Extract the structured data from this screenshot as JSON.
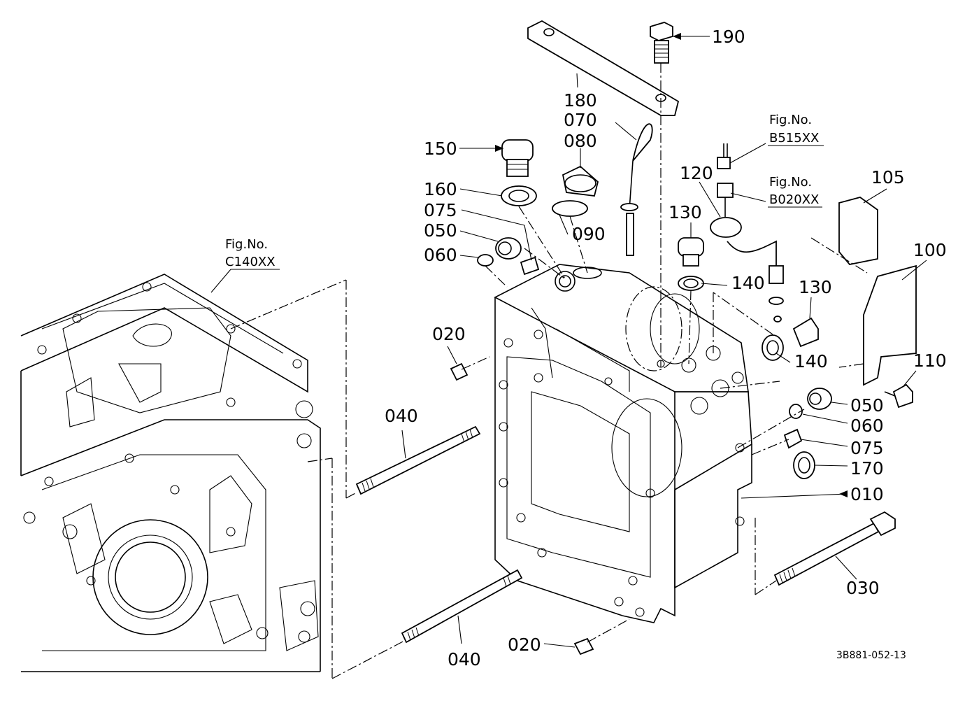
{
  "diagram": {
    "part_numbers": {
      "p190": "190",
      "p180": "180",
      "p070": "070",
      "p080": "080",
      "p150": "150",
      "p160": "160",
      "p075a": "075",
      "p050a": "050",
      "p060a": "060",
      "p090": "090",
      "p120": "120",
      "p130a": "130",
      "p140a": "140",
      "p130b": "130",
      "p140b": "140",
      "p105": "105",
      "p100": "100",
      "p110": "110",
      "p050b": "050",
      "p060b": "060",
      "p075b": "075",
      "p170": "170",
      "p010": "010",
      "p020a": "020",
      "p040a": "040",
      "p030": "030",
      "p040b": "040",
      "p020b": "020"
    },
    "figure_refs": {
      "b515_label": "Fig.No.",
      "b515_code": "B515XX",
      "b020_label": "Fig.No.",
      "b020_code": "B020XX",
      "c140_label": "Fig.No.",
      "c140_code": "C140XX"
    },
    "drawing_code": "3B881-052-13"
  }
}
